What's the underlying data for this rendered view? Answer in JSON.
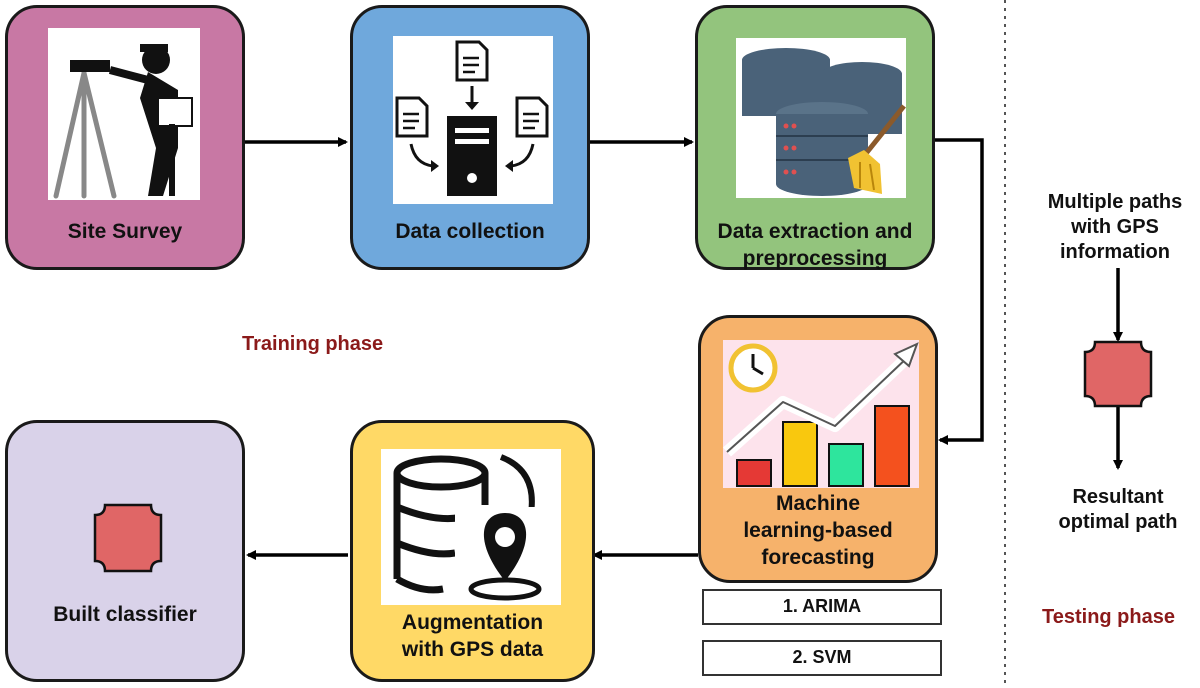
{
  "phases": {
    "training": "Training phase",
    "testing": "Testing phase"
  },
  "nodes": {
    "site_survey": {
      "label": "Site Survey",
      "color": "#c878a4",
      "icon": "surveyor-icon"
    },
    "data_collection": {
      "label": "Data collection",
      "color": "#6fa8dc",
      "icon": "server-documents-icon"
    },
    "data_extraction": {
      "label": [
        "Data extraction and",
        "preprocessing"
      ],
      "color": "#93c47d",
      "icon": "database-broom-icon"
    },
    "ml_forecasting": {
      "label": [
        "Machine",
        "learning-based",
        "forecasting"
      ],
      "color": "#f6b26b",
      "icon": "forecast-chart-icon"
    },
    "augmentation": {
      "label": [
        "Augmentation",
        "with GPS data"
      ],
      "color": "#ffd966",
      "icon": "database-location-icon"
    },
    "built_classifier": {
      "label": "Built classifier",
      "color": "#d9d2e9",
      "icon": "classifier-octagon-icon"
    }
  },
  "methods": [
    "1. ARIMA",
    "2. SVM"
  ],
  "testing": {
    "input": [
      "Multiple paths",
      "with GPS",
      "information"
    ],
    "output": [
      "Resultant",
      "optimal path"
    ],
    "classifier_color": "#e06666"
  }
}
